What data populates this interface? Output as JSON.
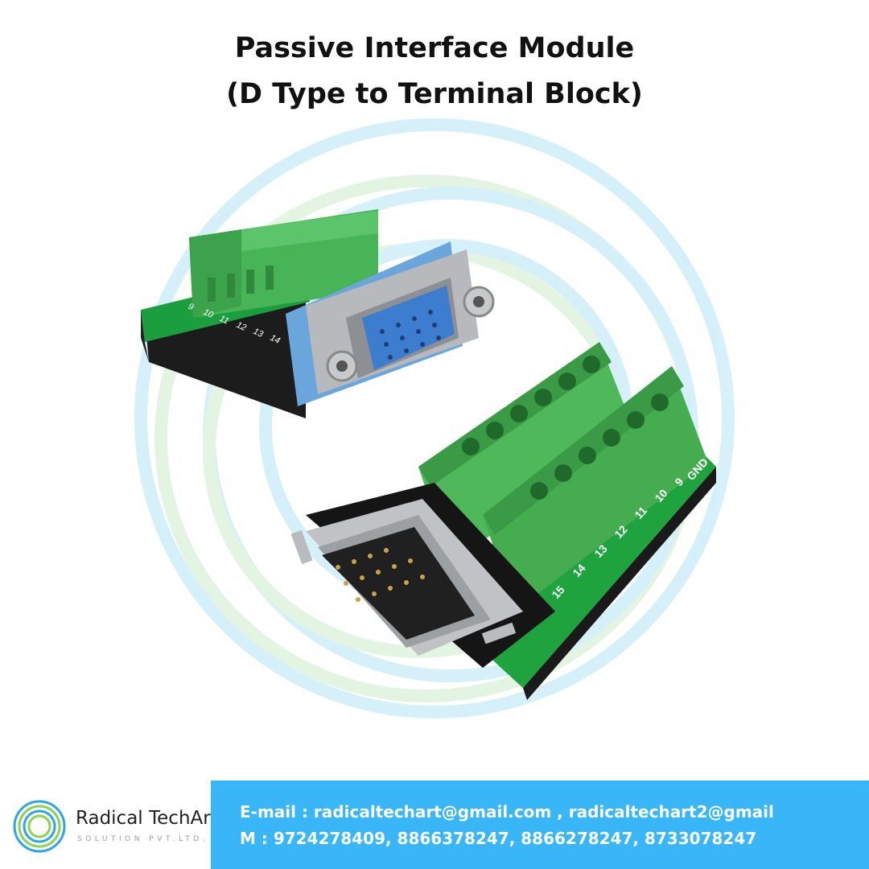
{
  "title": {
    "line1": "Passive Interface Module",
    "line2": "(D Type to Terminal Block)"
  },
  "product_image": {
    "icon": "d-type-terminal-block-connectors-photo",
    "top_left_labels": [
      "9",
      "10",
      "11",
      "12",
      "13",
      "14"
    ],
    "bottom_right_labels": [
      "15",
      "14",
      "13",
      "12",
      "11",
      "10",
      "9",
      "GND"
    ]
  },
  "footer": {
    "brand": "Radical TechArt",
    "brand_sub": "SOLUTION PVT.LTD.",
    "email_line": "E-mail : radicaltechart@gmail.com , radicaltechart2@gmail",
    "mobile_line": "M : 9724278409, 8866378247, 8866278247, 8733078247"
  },
  "colors": {
    "accent_blue": "#38b6f7",
    "terminal_green": "#4fb85a",
    "pcb_green": "#1fa33f"
  }
}
